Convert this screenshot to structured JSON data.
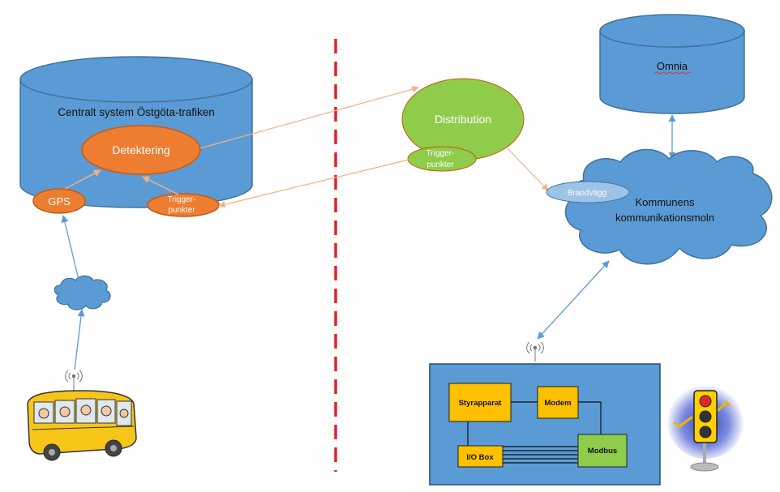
{
  "central_system": {
    "title": "Centralt system Östgöta-trafiken"
  },
  "detection": {
    "label": "Detektering"
  },
  "gps": {
    "label": "GPS"
  },
  "triggers_left": {
    "line1": "Trigger-",
    "line2": "punkter"
  },
  "distribution": {
    "label": "Distribution"
  },
  "triggers_right": {
    "line1": "Trigger-",
    "line2": "punkter"
  },
  "omnia": {
    "label": "Omnia"
  },
  "firewall": {
    "label": "Brandvägg"
  },
  "municipal_cloud": {
    "line1": "Kommunens",
    "line2": "kommunikationsmoln"
  },
  "controller_box": {
    "styrapparat": "Styrapparat",
    "modem": "Modem",
    "io_box": "I/O Box",
    "modbus": "Modbus"
  },
  "colors": {
    "cylinder_blue": "#5b9bd5",
    "cylinder_stroke": "#41719c",
    "orange": "#ed7d31",
    "green": "#8fcc4a",
    "gold": "#ffc000",
    "divider_red": "#e0242a",
    "arrow_orange": "#f4b183",
    "arrow_blue": "#5b9bd5"
  }
}
